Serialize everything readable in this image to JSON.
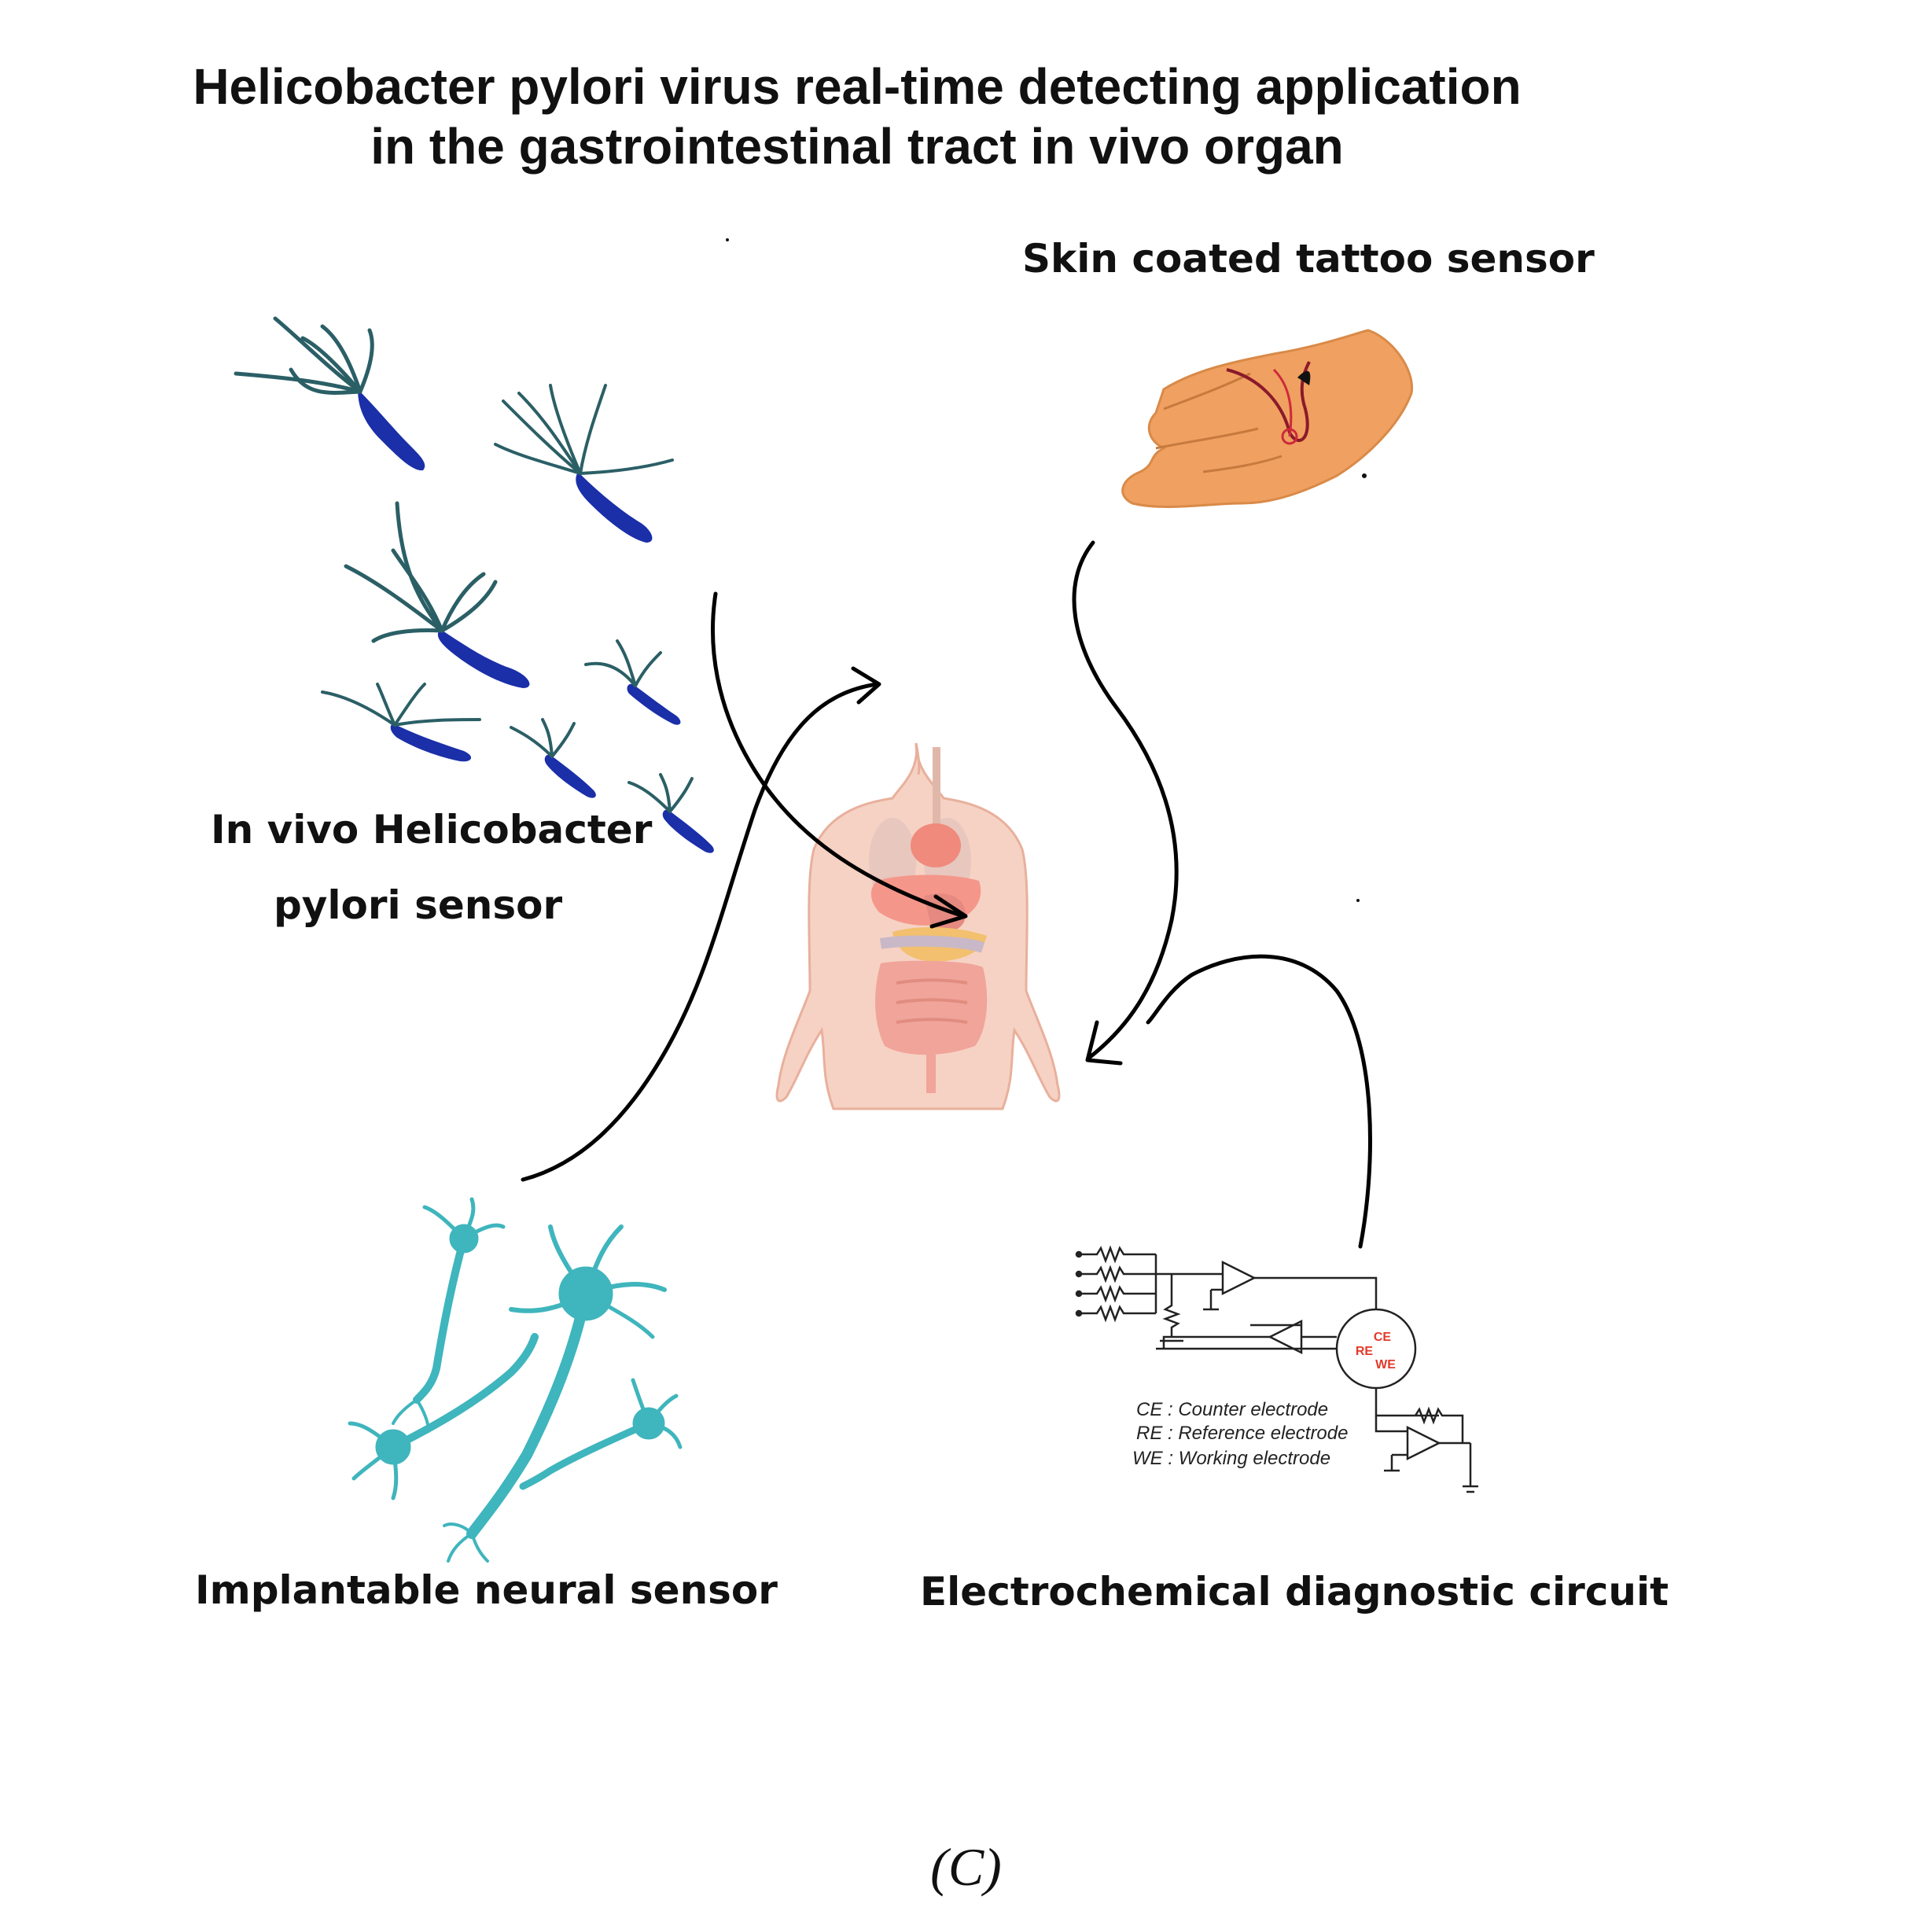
{
  "title": {
    "line1": "Helicobacter pylori virus real-time detecting application",
    "line2": "in the gastrointestinal tract in vivo organ"
  },
  "labels": {
    "skin_tattoo": "Skin coated tattoo sensor",
    "hpylori_line1": "In vivo Helicobacter",
    "hpylori_line2": "pylori sensor",
    "neural": "Implantable neural sensor",
    "circuit": "Electrochemical diagnostic circuit"
  },
  "circuit_legend": {
    "ce": "CE :  Counter electrode",
    "re": "RE :  Reference electrode",
    "we": "WE :  Working electrode",
    "cell_ce": "CE",
    "cell_re": "RE",
    "cell_we": "WE"
  },
  "caption": "(C)",
  "colors": {
    "bacteria": "#1a2fa8",
    "flagella": "#2b5f66",
    "neuron": "#3fb5bd",
    "skin": "#f0a060",
    "body": "#f6d2c4",
    "arrow": "#000000"
  }
}
